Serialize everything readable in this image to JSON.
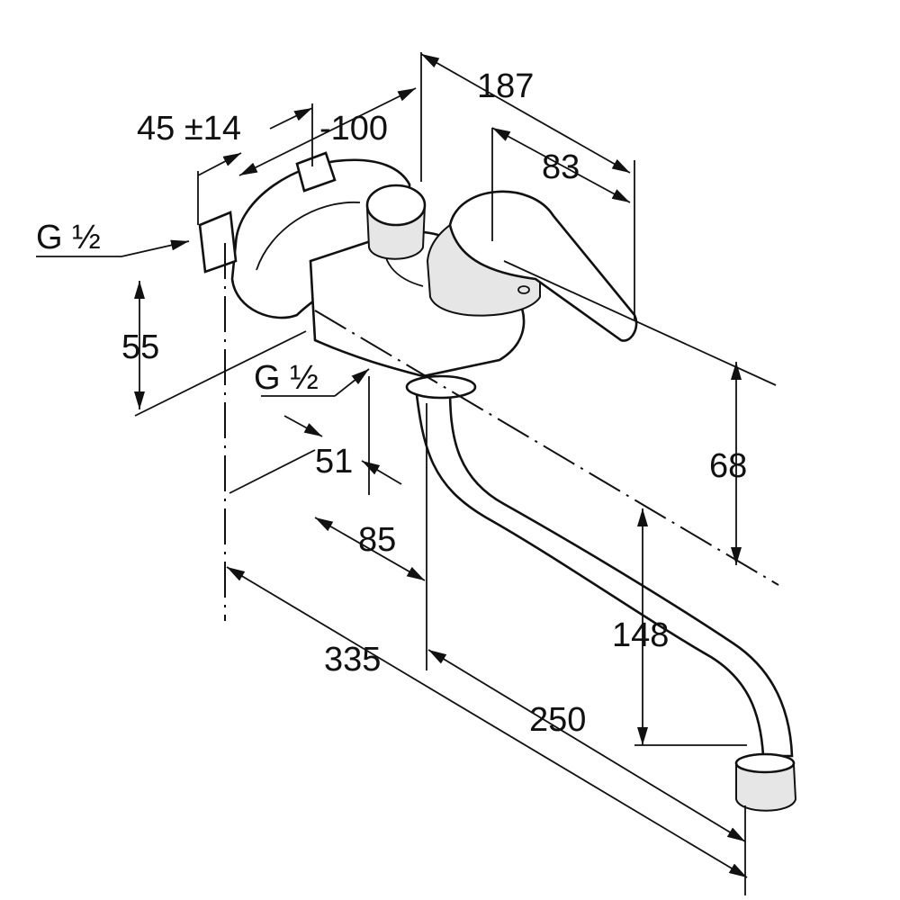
{
  "dimensions": {
    "d187": "187",
    "d100": "-100",
    "d45": "45 ±14",
    "d83": "83",
    "g_half_top": "G ½",
    "g_half_mid": "G ½",
    "d55": "55",
    "d68": "68",
    "d51": "51",
    "d85": "85",
    "d148": "148",
    "d335": "335",
    "d250": "250"
  }
}
